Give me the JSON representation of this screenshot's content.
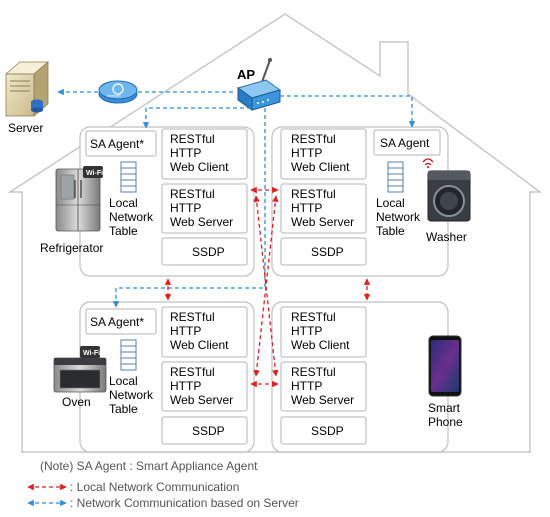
{
  "labels": {
    "server": "Server",
    "ap": "AP",
    "internet": "Internet",
    "refrigerator": "Refrigerator",
    "washer": "Washer",
    "oven": "Oven",
    "smart_phone_line1": "Smart",
    "smart_phone_line2": "Phone"
  },
  "modules": {
    "sa_agent": "SA Agent*",
    "sa_agent_washer": "SA Agent",
    "restful": "RESTful",
    "http": "HTTP",
    "web_client": "Web Client",
    "web_server": "Web Server",
    "ssdp": "SSDP",
    "local_network_table": [
      "Local",
      "Network",
      "Table"
    ]
  },
  "notes": {
    "note": "(Note) SA Agent : Smart Appliance Agent",
    "local_comm": ": Local Network Communication",
    "server_comm": ": Network Communication based on Server"
  },
  "colors": {
    "local_comm": "#e02020",
    "server_comm": "#2f8fd8",
    "house_outline": "#c8c8c8",
    "box_border": "#b4b4b4"
  },
  "icons": {
    "server": "server-icon",
    "internet": "internet-globe-icon",
    "ap": "router-icon",
    "refrigerator": "refrigerator-icon",
    "washer": "washing-machine-icon",
    "oven": "oven-icon",
    "phone": "smartphone-icon",
    "wifi": "wifi-icon"
  }
}
